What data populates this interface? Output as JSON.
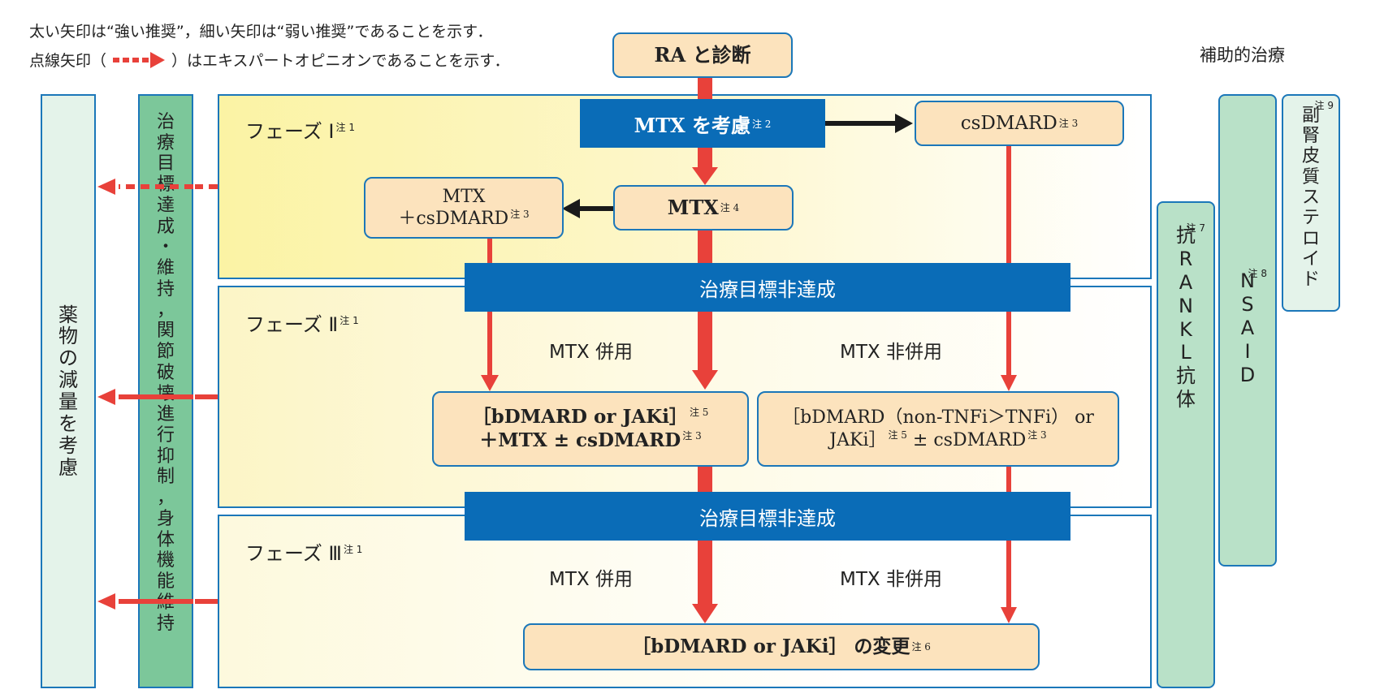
{
  "legend": {
    "line1": "太い矢印は“強い推奨”，細い矢印は“弱い推奨”であることを示す．",
    "line2_pre": "点線矢印（",
    "line2_post": "）はエキスパートオピニオンであることを示す．"
  },
  "top_right_title": "補助的治療",
  "start_node": "RA と診断",
  "phases": {
    "p1": {
      "label": "フェーズ Ⅰ",
      "note": "注 1"
    },
    "p2": {
      "label": "フェーズ Ⅱ",
      "note": "注 1"
    },
    "p3": {
      "label": "フェーズ Ⅲ",
      "note": "注 1"
    }
  },
  "nodes": {
    "mtx_consider": {
      "text": "MTX を考慮",
      "note": "注 2"
    },
    "csdmard": {
      "text": "csDMARD",
      "note": "注 3"
    },
    "mtx": {
      "text": "MTX",
      "note": "注 4"
    },
    "mtx_cs_line1": "MTX",
    "mtx_cs_line2": {
      "text": "＋csDMARD",
      "note": "注 3"
    },
    "nonresponse1": "治療目標非達成",
    "nonresponse2": "治療目標非達成",
    "p2_left_line1": {
      "text": "［bDMARD or JAKi］",
      "note": "注 5"
    },
    "p2_left_line2": {
      "text": "＋MTX ± csDMARD",
      "note": "注 3"
    },
    "p2_right_line1": "［bDMARD（non-TNFi＞TNFi） or",
    "p2_right_line2a": {
      "text": "JAKi］",
      "note": "注 5"
    },
    "p2_right_line2b": {
      "text": " ± csDMARD",
      "note": "注 3"
    },
    "p3_change": {
      "text": "［bDMARD or JAKi］ の変更",
      "note": "注 6"
    }
  },
  "edge_labels": {
    "p2_with": "MTX 併用",
    "p2_without": "MTX 非併用",
    "p3_with": "MTX 併用",
    "p3_without": "MTX 非併用"
  },
  "left_columns": {
    "dose_reduction": [
      "薬",
      "物",
      "の",
      "減",
      "量",
      "を",
      "考",
      "慮"
    ],
    "goal": [
      "治",
      "療",
      "目",
      "標",
      "達",
      "成",
      "・",
      "維",
      "持",
      "，",
      "関",
      "節",
      "破",
      "壊",
      "進",
      "行",
      "抑",
      "制",
      "，",
      "身",
      "体",
      "機",
      "能",
      "維",
      "持"
    ]
  },
  "right_columns": {
    "rankl": {
      "chars": [
        "抗",
        "R",
        "A",
        "N",
        "K",
        "L",
        "抗",
        "体"
      ],
      "note": "注 7"
    },
    "nsaid": {
      "chars": [
        "N",
        "S",
        "A",
        "I",
        "D"
      ],
      "note": "注 8"
    },
    "steroid": {
      "chars": [
        "副",
        "腎",
        "皮",
        "質",
        "ス",
        "テ",
        "ロ",
        "イ",
        "ド"
      ],
      "note": "注 9"
    }
  },
  "colors": {
    "blue": "#0a6cb7",
    "border_blue": "#1b77b9",
    "peach": "#fce3bd",
    "red_arrow": "#e8413a",
    "black_arrow": "#1a1a1a",
    "green_dark": "#7cc79a",
    "green_light": "#e4f3ea",
    "green_mid": "#b9e1c8"
  }
}
